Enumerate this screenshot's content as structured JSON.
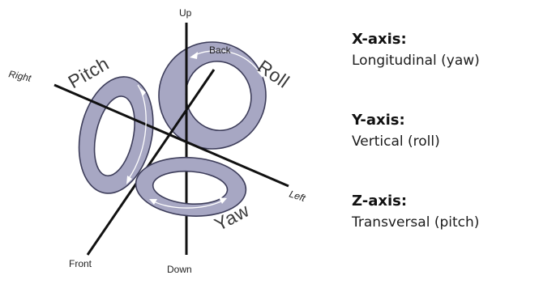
{
  "diagram": {
    "directions": {
      "up": "Up",
      "down": "Down",
      "front": "Front",
      "back": "Back",
      "left": "Left",
      "right": "Right"
    },
    "motions": {
      "pitch": "Pitch",
      "roll": "Roll",
      "yaw": "Yaw"
    },
    "colors": {
      "ring_fill": "#a7a7c3",
      "ring_edge": "#3d3d5a",
      "axis": "#111111"
    }
  },
  "legend": [
    {
      "title": "X-axis:",
      "description": "Longitudinal (yaw)"
    },
    {
      "title": "Y-axis:",
      "description": "Vertical (roll)"
    },
    {
      "title": "Z-axis:",
      "description": "Transversal (pitch)"
    }
  ]
}
